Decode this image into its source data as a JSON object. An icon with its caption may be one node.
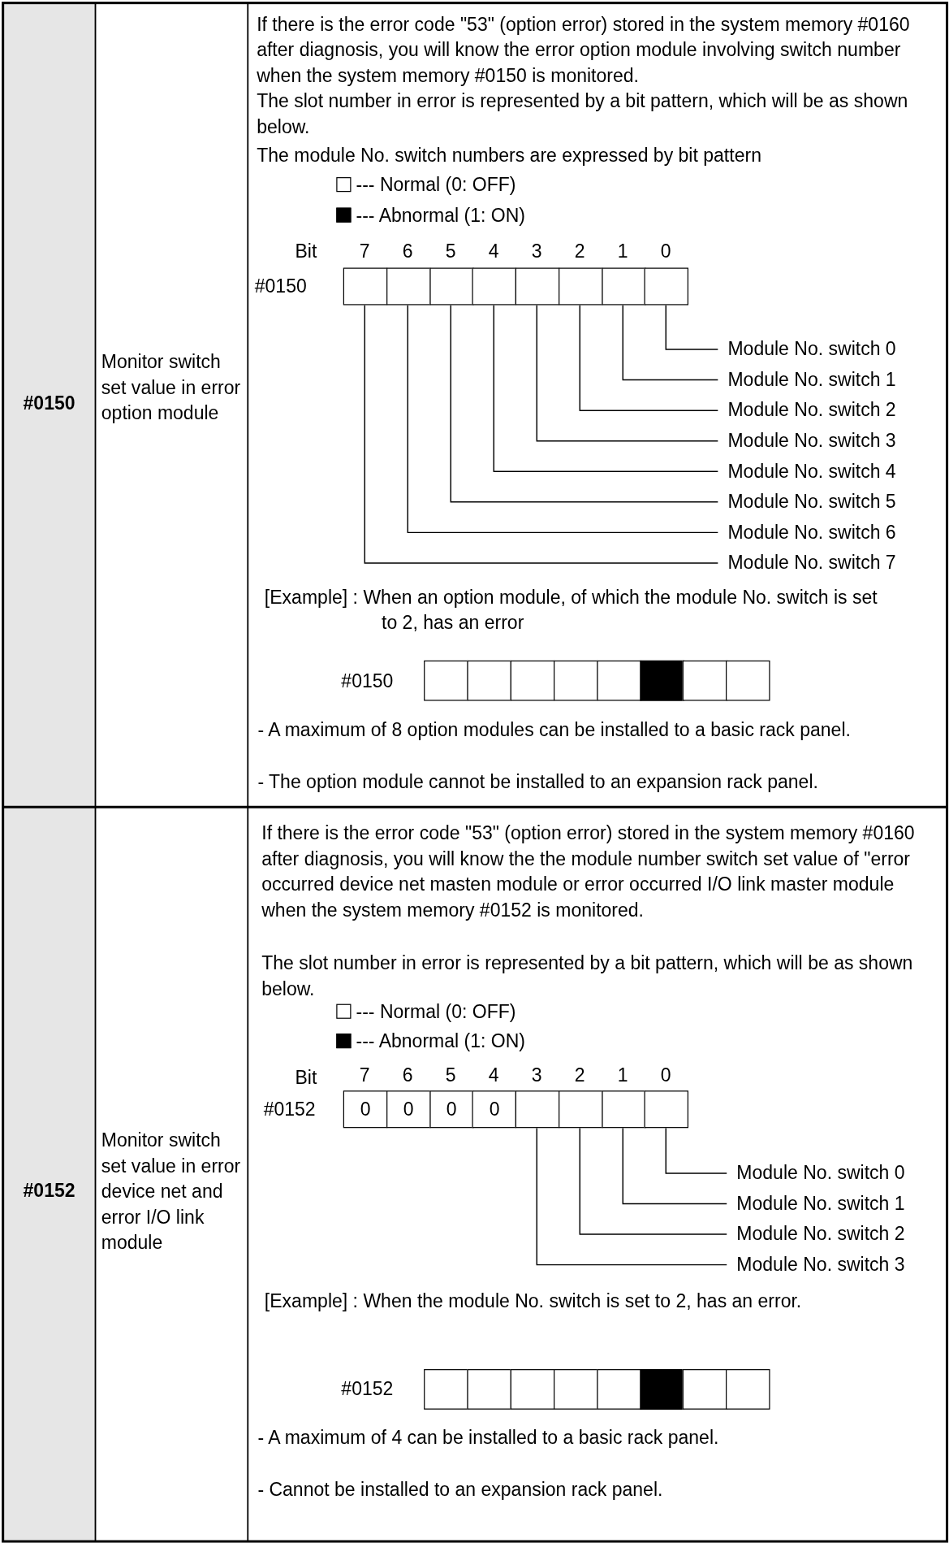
{
  "diagram": {
    "nodes": [
      {
        "text": [],
        "shape": "box"
      },
      {
        "text": [],
        "shape": "box"
      },
      {
        "text": [],
        "shape": "box"
      },
      {
        "text": [],
        "shape": "box"
      },
      {
        "text": [],
        "shape": "box"
      },
      {
        "text": [],
        "shape": "box"
      },
      {
        "text": [],
        "shape": "box"
      },
      {
        "text": [],
        "shape": "box"
      },
      {
        "text": [
          "Module No. switch 0"
        ]
      },
      {
        "text": [
          "Module No. switch 1"
        ]
      },
      {
        "text": [
          "Module No. switch 2"
        ]
      },
      {
        "text": [
          "Module No. switch 3"
        ]
      },
      {
        "text": [
          "Module No. switch 4"
        ]
      },
      {
        "text": [
          "Module No. switch 5"
        ]
      },
      {
        "text": [
          "Module No. switch 6"
        ]
      },
      {
        "text": [
          "Module No. switch 7"
        ]
      },
      {
        "text": [],
        "shape": "box"
      },
      {
        "text": [],
        "shape": "box"
      },
      {
        "text": [],
        "shape": "box"
      },
      {
        "text": [],
        "shape": "box"
      },
      {
        "text": [],
        "shape": "box"
      },
      {
        "text": [],
        "shape": "box"
      },
      {
        "text": [],
        "shape": "box"
      },
      {
        "text": [],
        "shape": "box"
      },
      {
        "text": [
          "0"
        ]
      },
      {
        "text": [
          "0"
        ]
      },
      {
        "text": [
          "0"
        ]
      },
      {
        "text": [
          "0"
        ]
      },
      {
        "text": [],
        "shape": "box"
      },
      {
        "text": [],
        "shape": "box"
      },
      {
        "text": [],
        "shape": "box"
      },
      {
        "text": [],
        "shape": "box"
      },
      {
        "text": [
          "Module No. switch 0"
        ]
      },
      {
        "text": [
          "Module No. switch 1"
        ]
      },
      {
        "text": [
          "Module No. switch 2"
        ]
      },
      {
        "text": [
          "Module No. switch 3"
        ]
      },
      {
        "text": [],
        "shape": "box"
      },
      {
        "text": [],
        "shape": "box"
      },
      {
        "text": [],
        "shape": "box"
      },
      {
        "text": [],
        "shape": "box"
      },
      {
        "text": [],
        "shape": "box"
      },
      {
        "text": [],
        "shape": "box"
      },
      {
        "text": [],
        "shape": "box"
      },
      {
        "text": [],
        "shape": "box"
      }
    ],
    "edges": [
      {
        "from": 7,
        "to": 8,
        "arrow": "none"
      },
      {
        "from": 6,
        "to": 9,
        "arrow": "none"
      },
      {
        "from": 5,
        "to": 10,
        "arrow": "none"
      },
      {
        "from": 4,
        "to": 11,
        "arrow": "none"
      },
      {
        "from": 3,
        "to": 12,
        "arrow": "none"
      },
      {
        "from": 2,
        "to": 13,
        "arrow": "none"
      },
      {
        "from": 1,
        "to": 14,
        "arrow": "none"
      },
      {
        "from": 0,
        "to": 15,
        "arrow": "none"
      },
      {
        "from": 31,
        "to": 32,
        "arrow": "none"
      },
      {
        "from": 30,
        "to": 33,
        "arrow": "none"
      },
      {
        "from": 29,
        "to": 34,
        "arrow": "none"
      },
      {
        "from": 28,
        "to": 35,
        "arrow": "none"
      }
    ],
    "labels": [
      "#0150",
      "Monitor switch set value in error option module",
      "If there is the error code \"53\" (option error) stored in the system memory #0160 after diagnosis, you will know the error option module involving switch number when the system memory #0150 is monitored.",
      "The slot number in error is represented by a bit pattern, which will be as shown below.",
      "The module No. switch numbers are expressed by bit pattern",
      "Bit",
      "7",
      "6",
      "5",
      "4",
      "3",
      "2",
      "1",
      "0",
      "#0150",
      "[Example] : When an option module, of which the module No. switch is set to 2, has an error",
      "#0150",
      "- A maximum of 8 option modules can be installed to a basic rack panel.",
      "- The option module cannot be installed to an expansion rack panel.",
      "#0152",
      "Monitor switch set value in error device net and error I/O link module",
      "If there is the error code \"53\" (option error) stored in the system memory #0160 after diagnosis, you will know the the module number switch set value of \"error occurred device net masten module or error occurred I/O link master module when the system memory #0152 is monitored.",
      "The slot number in error is represented by a bit pattern, which will be as shown below.",
      "Bit",
      "7",
      "6",
      "5",
      "4",
      "3",
      "2",
      "1",
      "0",
      "#0152",
      "[Example] : When the module No. switch is set to 2, has an error.",
      "#0152",
      "- A maximum of 4 can be installed to a basic rack panel.",
      "- Cannot be installed to an expansion rack panel."
    ],
    "legend": [
      {
        "text": "--- Normal (0: OFF)",
        "color": "#ffffff"
      },
      {
        "text": "--- Abnormal (1: ON)",
        "color": "#000000"
      },
      {
        "text": "--- Normal (0: OFF)",
        "color": "#ffffff"
      },
      {
        "text": "--- Abnormal (1: ON)",
        "color": "#000000"
      }
    ]
  }
}
